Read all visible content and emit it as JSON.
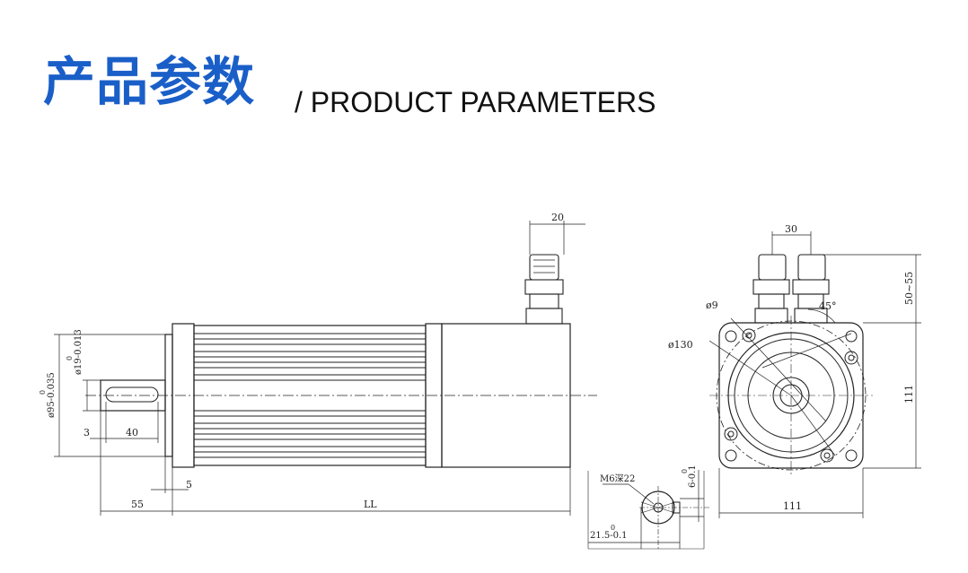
{
  "header": {
    "title_cn": "产品参数",
    "title_en": "/ PRODUCT PARAMETERS"
  },
  "colors": {
    "accent": "#1a5fc8",
    "line": "#222222"
  },
  "drawing": {
    "side_view": {
      "dim_shaft_dia": "ø19-0.013",
      "dim_shaft_dia_upper": "0",
      "dim_flange_dia": "ø95-0.035",
      "dim_flange_dia_upper": "0",
      "dim_3": "3",
      "dim_40": "40",
      "dim_55": "55",
      "dim_5": "5",
      "dim_ll": "LL",
      "dim_20": "20"
    },
    "front_view": {
      "dim_30": "30",
      "dim_9": "ø9",
      "dim_130": "ø130",
      "dim_45": "45°",
      "dim_50_55": "50~55",
      "dim_111_v": "111",
      "dim_111_h": "111"
    },
    "keyway_detail": {
      "dim_m6": "M6深22",
      "dim_6": "6-0.1",
      "dim_6_upper": "0",
      "dim_21_5": "21.5-0.1",
      "dim_21_5_upper": "0"
    }
  }
}
